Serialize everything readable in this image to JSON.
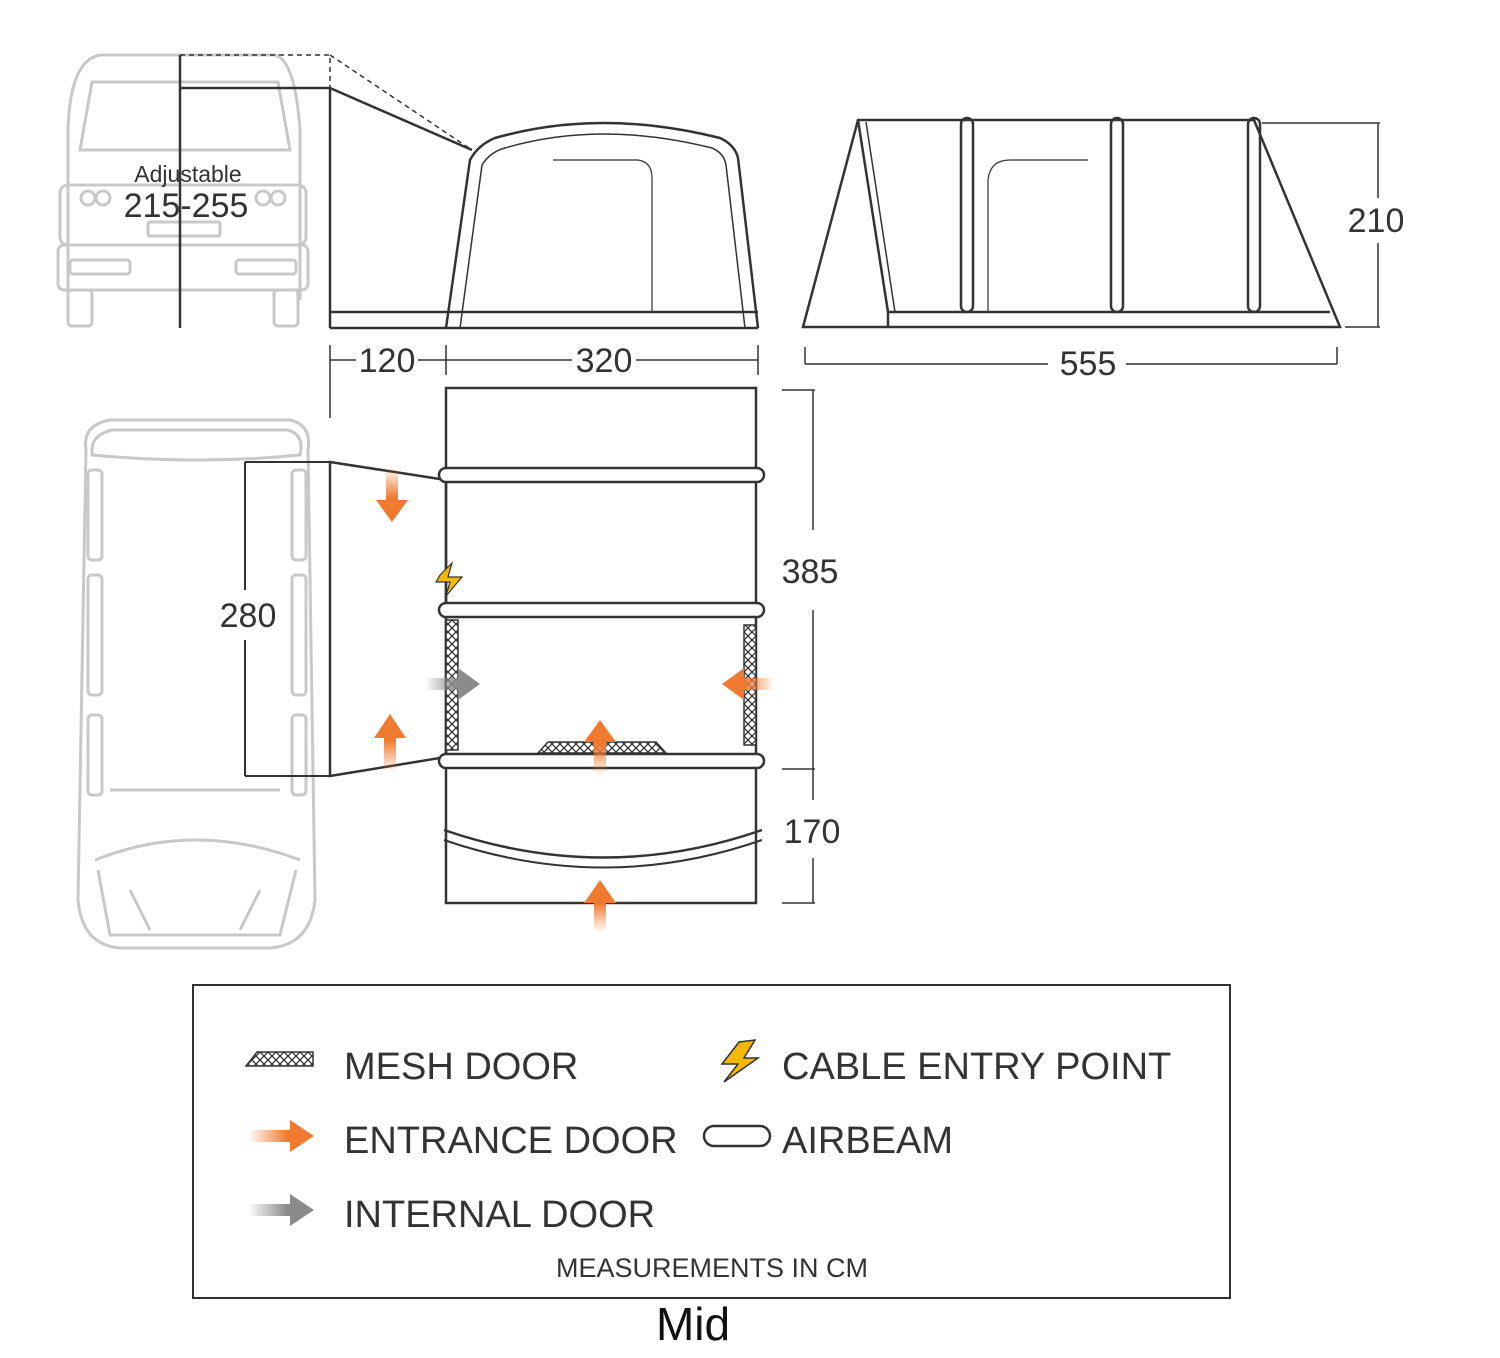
{
  "labels": {
    "adjustable": "Adjustable",
    "height_range": "215-255",
    "dim_120": "120",
    "dim_320": "320",
    "dim_555": "555",
    "dim_210": "210",
    "dim_385": "385",
    "dim_170": "170",
    "dim_280": "280"
  },
  "legend": {
    "mesh_door": "MESH DOOR",
    "cable_entry": "CABLE ENTRY POINT",
    "entrance_door": "ENTRANCE DOOR",
    "airbeam": "AIRBEAM",
    "internal_door": "INTERNAL DOOR",
    "measurements": "MEASUREMENTS IN CM"
  },
  "caption": "Mid",
  "colors": {
    "line": "#333333",
    "vehicle": "#c8c8c8",
    "entrance_arrow": "#f07a30",
    "internal_arrow": "#8a8a8a",
    "cable_icon": "#f5b800"
  }
}
